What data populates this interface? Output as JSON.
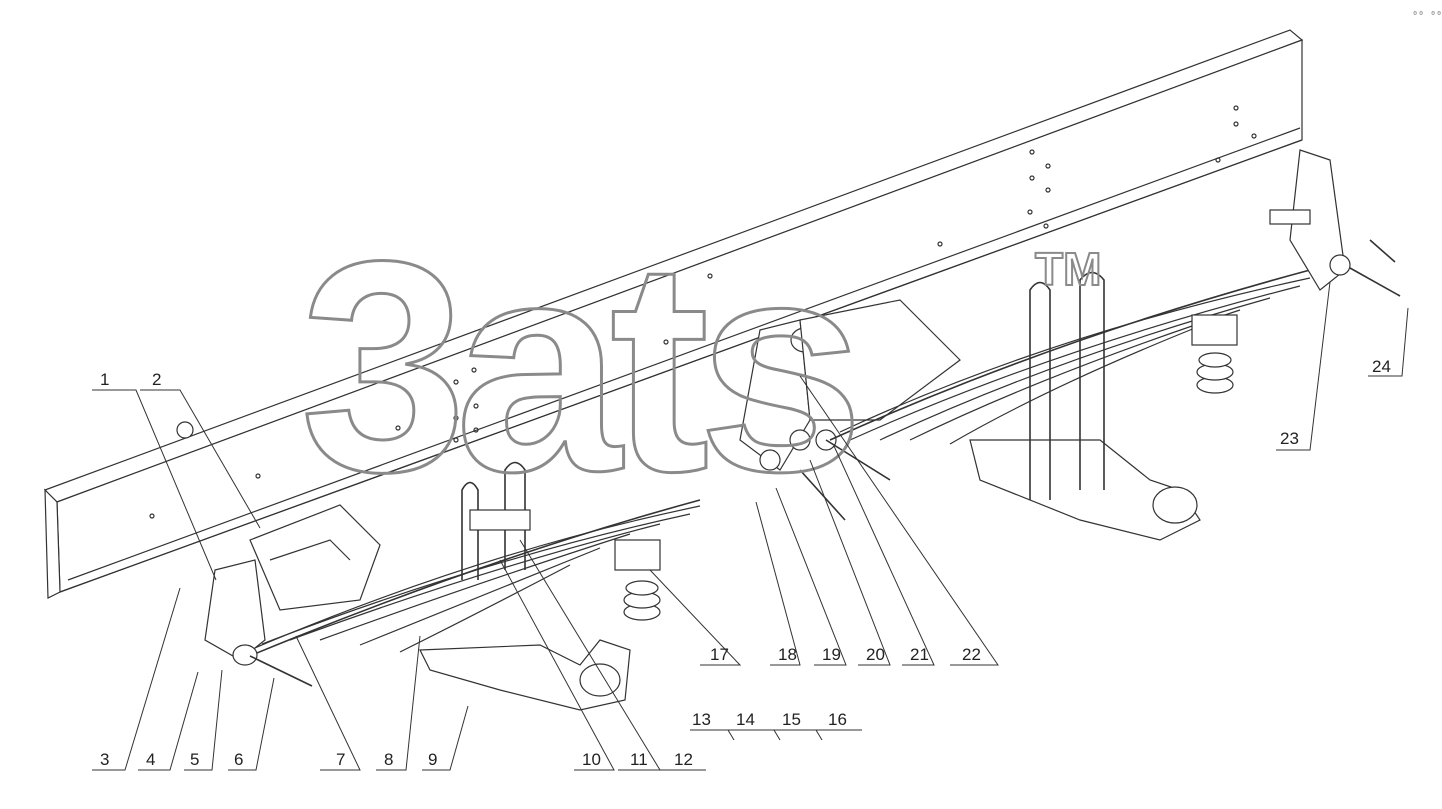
{
  "watermark": {
    "text": "3ats",
    "trademark": "TM"
  },
  "corner_mark": "₀₀ ₀₀₀",
  "callouts": [
    {
      "num": "1"
    },
    {
      "num": "2"
    },
    {
      "num": "3"
    },
    {
      "num": "4"
    },
    {
      "num": "5"
    },
    {
      "num": "6"
    },
    {
      "num": "7"
    },
    {
      "num": "8"
    },
    {
      "num": "9"
    },
    {
      "num": "10"
    },
    {
      "num": "11"
    },
    {
      "num": "12"
    },
    {
      "num": "13"
    },
    {
      "num": "14"
    },
    {
      "num": "15"
    },
    {
      "num": "16"
    },
    {
      "num": "17"
    },
    {
      "num": "18"
    },
    {
      "num": "19"
    },
    {
      "num": "20"
    },
    {
      "num": "21"
    },
    {
      "num": "22"
    },
    {
      "num": "23"
    },
    {
      "num": "24"
    }
  ]
}
